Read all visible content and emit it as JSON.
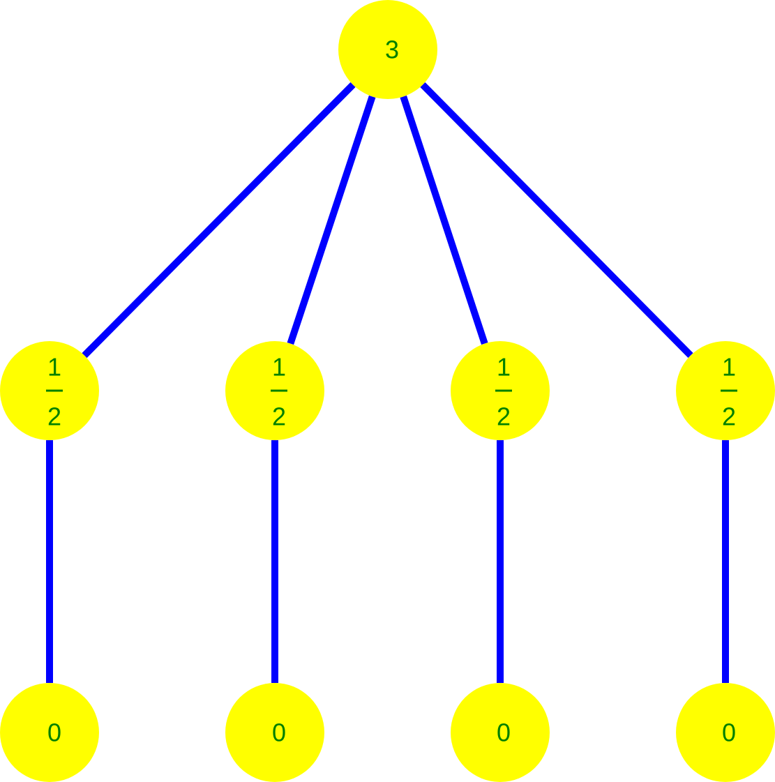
{
  "colors": {
    "node_fill": "#ffff00",
    "label": "#008000",
    "edge": "#0000ff",
    "background": "#ffffff"
  },
  "tree": {
    "root": {
      "label": "3"
    },
    "children": [
      {
        "numerator": "1",
        "denominator": "2",
        "leaf": {
          "label": "0"
        }
      },
      {
        "numerator": "1",
        "denominator": "2",
        "leaf": {
          "label": "0"
        }
      },
      {
        "numerator": "1",
        "denominator": "2",
        "leaf": {
          "label": "0"
        }
      },
      {
        "numerator": "1",
        "denominator": "2",
        "leaf": {
          "label": "0"
        }
      }
    ]
  }
}
